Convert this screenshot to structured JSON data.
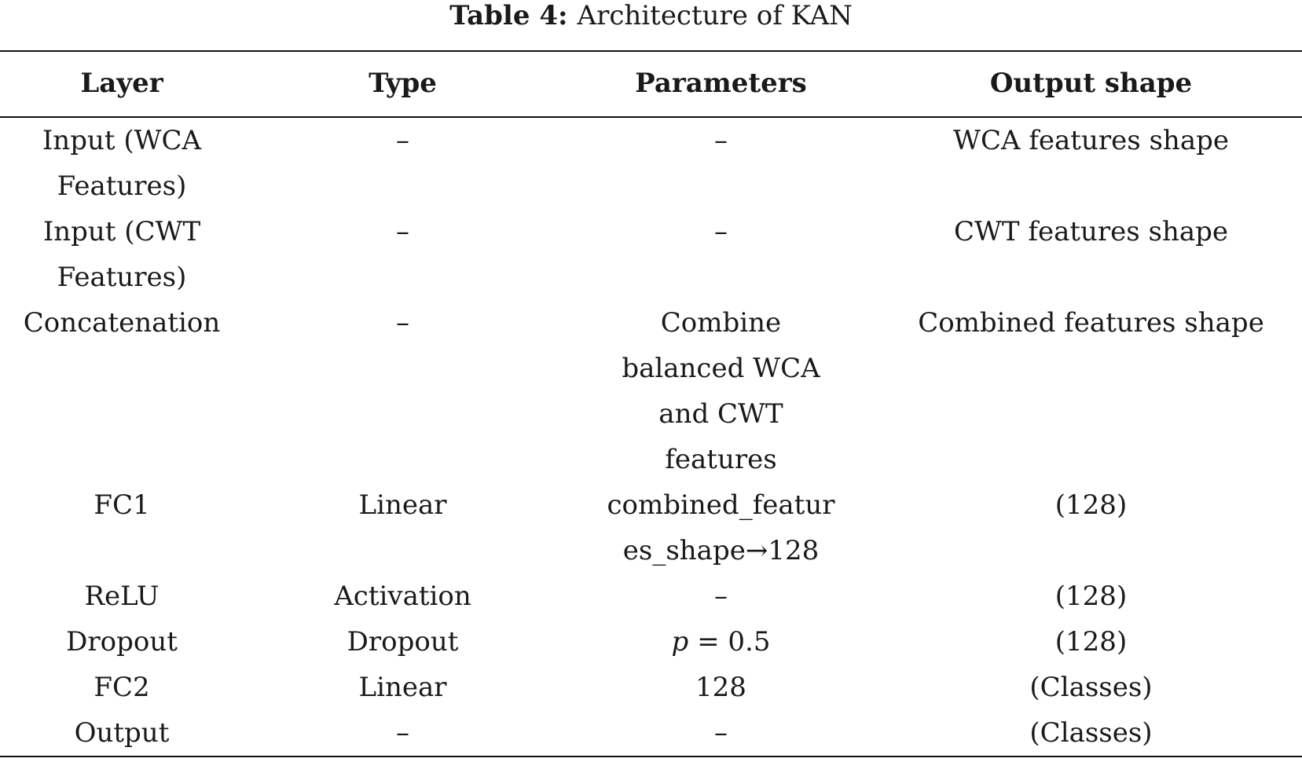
{
  "caption": {
    "label": "Table 4:",
    "title": "Architecture of KAN"
  },
  "headers": [
    "Layer",
    "Type",
    "Parameters",
    "Output shape"
  ],
  "rows": [
    {
      "layer": [
        "Input (WCA",
        "Features)"
      ],
      "type": "–",
      "parameters": [
        "–"
      ],
      "output": "WCA features shape"
    },
    {
      "layer": [
        "Input (CWT",
        "Features)"
      ],
      "type": "–",
      "parameters": [
        "–"
      ],
      "output": "CWT features shape"
    },
    {
      "layer": [
        "Concatenation"
      ],
      "type": "–",
      "parameters": [
        "Combine",
        "balanced WCA",
        "and CWT",
        "features"
      ],
      "output": "Combined features shape"
    },
    {
      "layer": [
        "FC1"
      ],
      "type": "Linear",
      "parameters": [
        "combined_featur",
        "es_shape→128"
      ],
      "output": "(128)"
    },
    {
      "layer": [
        "ReLU"
      ],
      "type": "Activation",
      "parameters": [
        "–"
      ],
      "output": "(128)"
    },
    {
      "layer": [
        "Dropout"
      ],
      "type": "Dropout",
      "parameters": [
        "p = 0.5"
      ],
      "output": "(128)"
    },
    {
      "layer": [
        "FC2"
      ],
      "type": "Linear",
      "parameters": [
        "128"
      ],
      "output": "(Classes)"
    },
    {
      "layer": [
        "Output"
      ],
      "type": "–",
      "parameters": [
        "–"
      ],
      "output": "(Classes)"
    }
  ]
}
